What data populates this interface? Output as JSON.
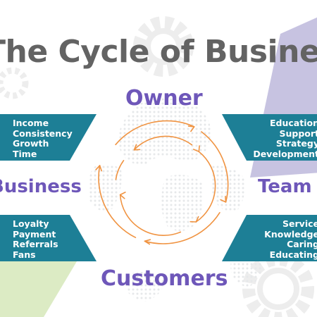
{
  "title": "The Cycle of Business",
  "nodes": {
    "owner": "Owner",
    "business": "Business",
    "team": "Team",
    "customers": "Customers"
  },
  "bands": {
    "top_left": [
      "Income",
      "Consistency",
      "Growth",
      "Time"
    ],
    "top_right": [
      "Education",
      "Support",
      "Strategy",
      "Development"
    ],
    "bottom_left": [
      "Loyalty",
      "Payment",
      "Referrals",
      "Fans"
    ],
    "bottom_right": [
      "Service",
      "Knowledge",
      "Caring",
      "Educating"
    ]
  },
  "colors": {
    "title": "#636363",
    "node_text": "#6e57b9",
    "band": "#1d7f96",
    "cycle_arrows": "#f09341",
    "accent_purple": "#c7c3e1",
    "accent_green": "#dcebc4",
    "gear": "#ededed"
  },
  "icons": [
    "gear-icon",
    "world-map-icon",
    "cycle-arrows-icon"
  ]
}
